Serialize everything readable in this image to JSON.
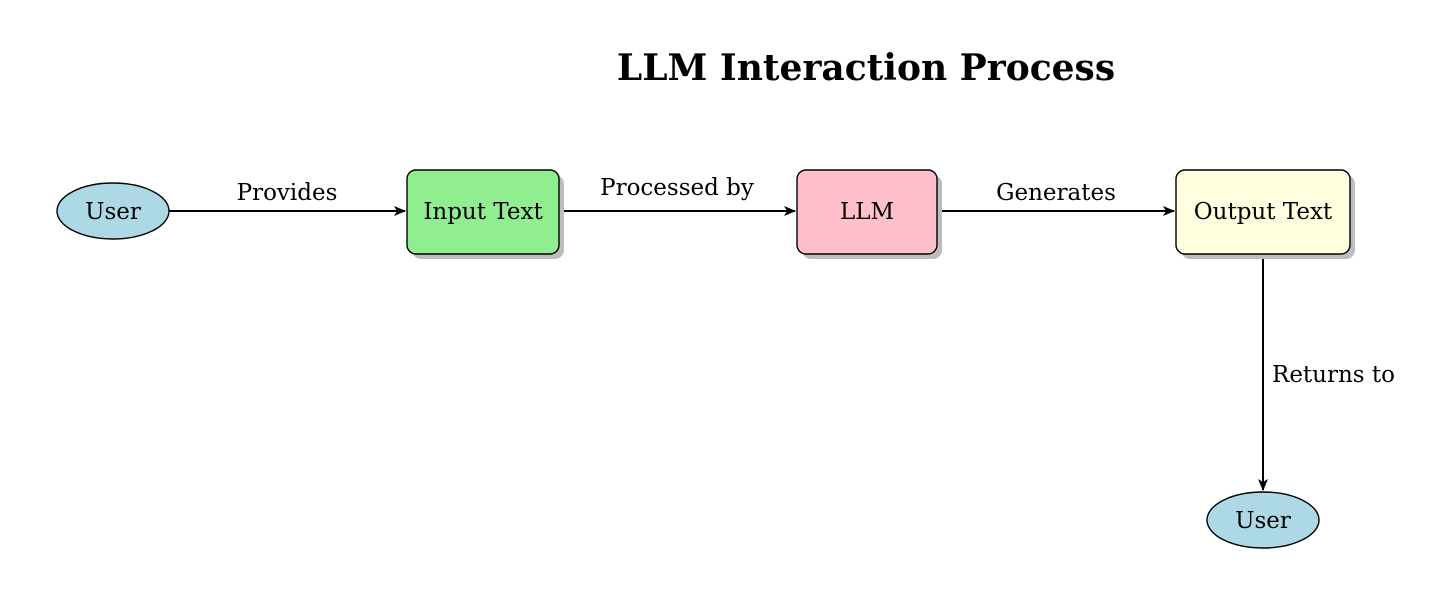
{
  "title": "LLM Interaction Process",
  "colors": {
    "user": "#add8e6",
    "input_text": "#90ee90",
    "llm": "#ffc0cb",
    "output_text": "#ffffe0"
  },
  "nodes": {
    "user_start": {
      "label": "User"
    },
    "input_text": {
      "label": "Input Text"
    },
    "llm": {
      "label": "LLM"
    },
    "output_text": {
      "label": "Output Text"
    },
    "user_end": {
      "label": "User"
    }
  },
  "edges": {
    "provides": {
      "label": "Provides"
    },
    "processed_by": {
      "label": "Processed by"
    },
    "generates": {
      "label": "Generates"
    },
    "returns_to": {
      "label": "Returns to"
    }
  }
}
